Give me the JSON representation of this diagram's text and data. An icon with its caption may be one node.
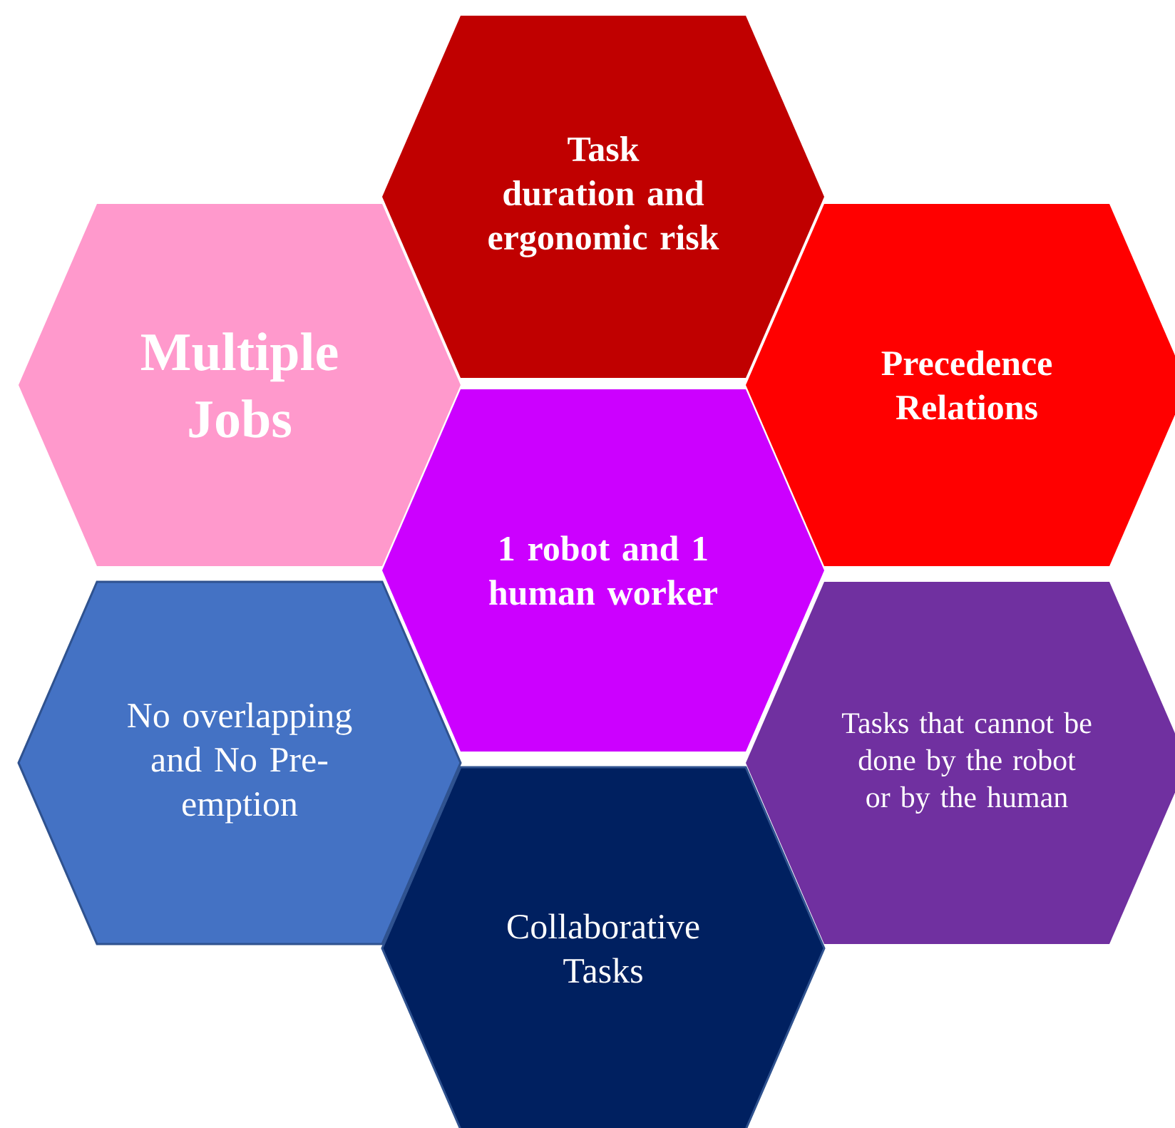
{
  "diagram": {
    "nodes": [
      {
        "text": [
          "Task duration and ergonomic risk"
        ]
      },
      {
        "text": [
          "Multiple Jobs"
        ]
      },
      {
        "text": [
          "Precedence Relations"
        ]
      },
      {
        "text": [
          "1 robot and 1 human worker"
        ]
      },
      {
        "text": [
          "No overlapping and No Pre-emption"
        ]
      },
      {
        "text": [
          "Tasks that cannot be done by the robot or by the human"
        ]
      },
      {
        "text": [
          "Collaborative Tasks"
        ]
      }
    ]
  }
}
